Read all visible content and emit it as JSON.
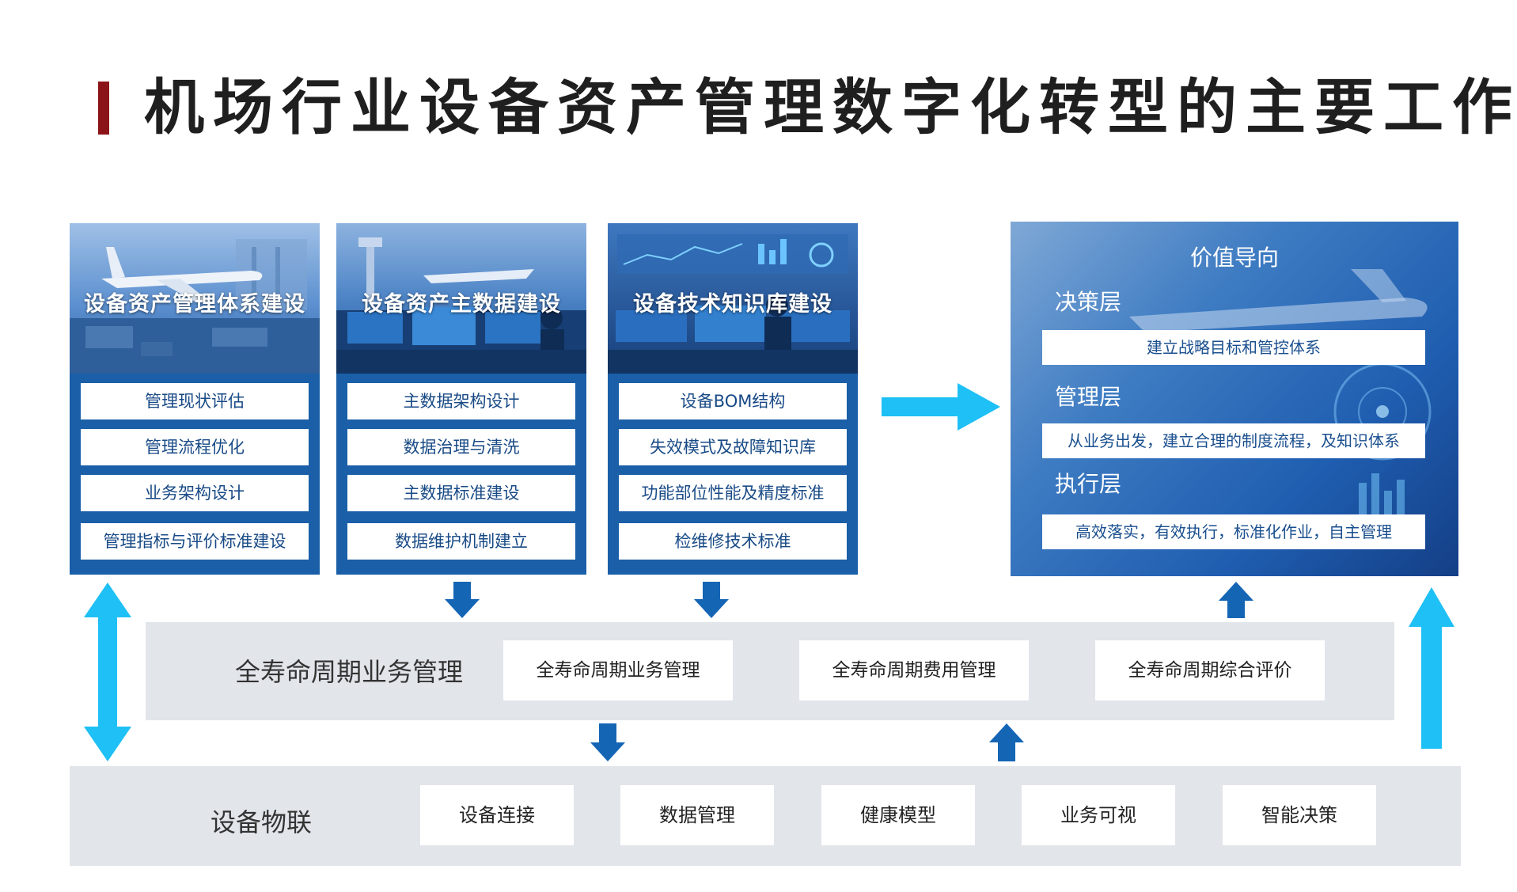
{
  "title": "机场行业设备资产管理数字化转型的主要工作",
  "columns": [
    {
      "title": "设备资产管理体系建设",
      "items": [
        "管理现状评估",
        "管理流程优化",
        "业务架构设计",
        "管理指标与评价标准建设"
      ]
    },
    {
      "title": "设备资产主数据建设",
      "items": [
        "主数据架构设计",
        "数据治理与清洗",
        "主数据标准建设",
        "数据维护机制建立"
      ]
    },
    {
      "title": "设备技术知识库建设",
      "items": [
        "设备BOM结构",
        "失效模式及故障知识库",
        "功能部位性能及精度标准",
        "检维修技术标准"
      ]
    }
  ],
  "value_panel": {
    "title": "价值导向",
    "layers": [
      {
        "name": "决策层",
        "desc": "建立战略目标和管控体系"
      },
      {
        "name": "管理层",
        "desc": "从业务出发，建立合理的制度流程，及知识体系"
      },
      {
        "name": "执行层",
        "desc": "高效落实，有效执行，标准化作业，自主管理"
      }
    ]
  },
  "lifecycle": {
    "label": "全寿命周期业务管理",
    "items": [
      "全寿命周期业务管理",
      "全寿命周期费用管理",
      "全寿命周期综合评价"
    ]
  },
  "iot": {
    "label": "设备物联",
    "items": [
      "设备连接",
      "数据管理",
      "健康模型",
      "业务可视",
      "智能决策"
    ]
  },
  "colors": {
    "title_bar": "#8b1419",
    "card_blue": "#1a5fa8",
    "dark_arrow": "#1565b5",
    "light_arrow": "#1ec0f5",
    "band_grey": "#e2e5ea"
  }
}
